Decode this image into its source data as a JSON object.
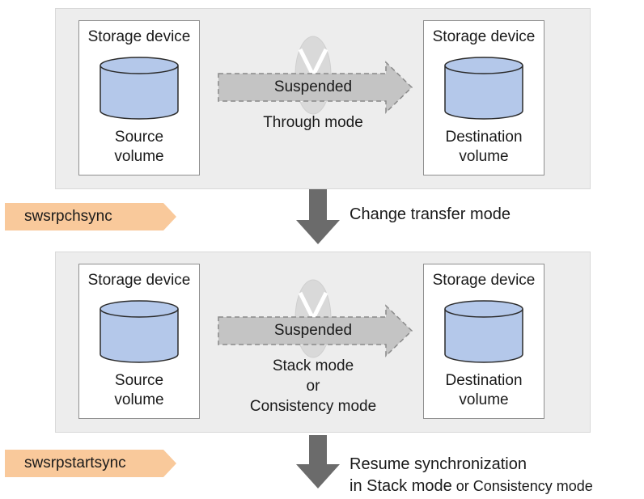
{
  "stage1": {
    "source": {
      "title": "Storage device",
      "label_line1": "Source",
      "label_line2": "volume"
    },
    "dest": {
      "title": "Storage device",
      "label_line1": "Destination",
      "label_line2": "volume"
    },
    "arrow_label": "Suspended",
    "mode_line1": "Through mode"
  },
  "step1": {
    "command": "swsrpchsync",
    "caption_line1": "Change transfer mode"
  },
  "stage2": {
    "source": {
      "title": "Storage device",
      "label_line1": "Source",
      "label_line2": "volume"
    },
    "dest": {
      "title": "Storage device",
      "label_line1": "Destination",
      "label_line2": "volume"
    },
    "arrow_label": "Suspended",
    "mode_line1": "Stack mode",
    "mode_line2": "or",
    "mode_line3": "Consistency mode"
  },
  "step2": {
    "command": "swsrpstartsync",
    "caption_line1": "Resume synchronization",
    "caption_line2_a": "in Stack mode",
    "caption_line2_b": " or ",
    "caption_line2_c": "Consistency mode"
  },
  "colors": {
    "panel": "#ededed",
    "cylinder": "#b4c8ea",
    "command_tag": "#f9c99b",
    "arrow": "#6b6b6b",
    "transfer_arrow": "#c4c4c4"
  }
}
